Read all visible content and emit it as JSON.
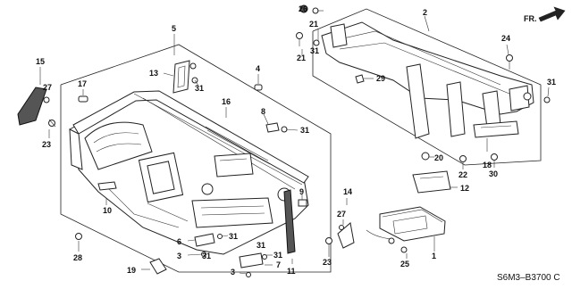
{
  "diagram": {
    "code": "S6M3–B3700 C",
    "direction_label": "FR."
  },
  "callouts": [
    "1",
    "2",
    "3",
    "3",
    "4",
    "5",
    "6",
    "7",
    "8",
    "9",
    "10",
    "11",
    "12",
    "13",
    "14",
    "15",
    "16",
    "17",
    "18",
    "19",
    "20",
    "21",
    "21",
    "22",
    "23",
    "23",
    "24",
    "25",
    "26",
    "27",
    "27",
    "28",
    "29",
    "30",
    "31",
    "31",
    "31",
    "31",
    "31",
    "31",
    "31",
    "31"
  ]
}
